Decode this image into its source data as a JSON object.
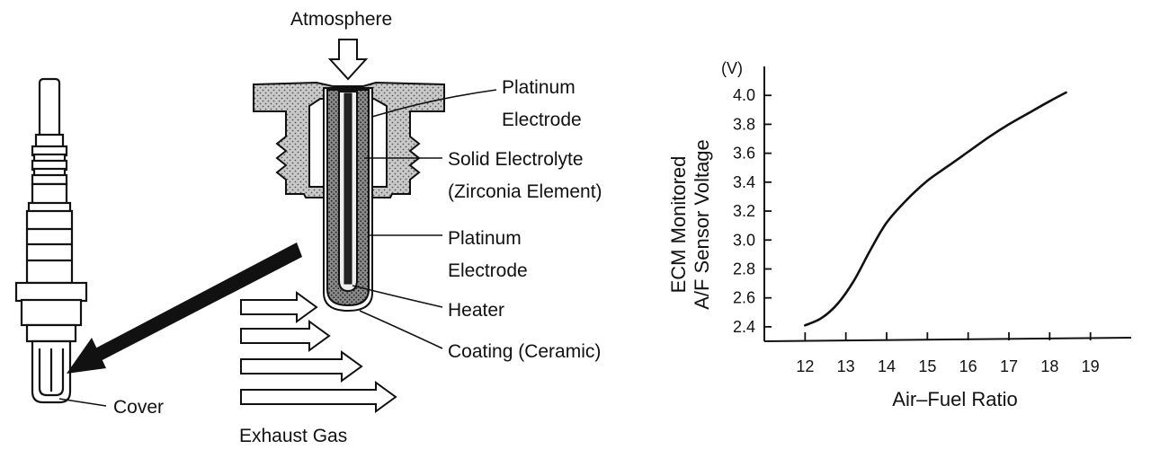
{
  "labels": {
    "atmosphere": "Atmosphere",
    "platinum_electrode_top_1": "Platinum",
    "platinum_electrode_top_2": "Electrode",
    "solid_electrolyte_1": "Solid Electrolyte",
    "solid_electrolyte_2": "(Zirconia Element)",
    "platinum_electrode_bottom_1": "Platinum",
    "platinum_electrode_bottom_2": "Electrode",
    "heater": "Heater",
    "coating": "Coating (Ceramic)",
    "cover": "Cover",
    "exhaust_gas": "Exhaust Gas"
  },
  "chart_data": {
    "type": "line",
    "title": "",
    "xlabel": "Air–Fuel Ratio",
    "ylabel_line1": "ECM Monitored",
    "ylabel_line2": "A/F Sensor Voltage",
    "yunit": "(V)",
    "xlim": [
      11,
      20
    ],
    "ylim": [
      2.3,
      4.2
    ],
    "xticks": [
      "12",
      "13",
      "14",
      "15",
      "16",
      "17",
      "18",
      "19"
    ],
    "yticks": [
      "2.4",
      "2.6",
      "2.8",
      "3.0",
      "3.2",
      "3.4",
      "3.6",
      "3.8",
      "4.0"
    ],
    "grid": false,
    "series": [
      {
        "x": [
          12.0,
          12.4,
          12.8,
          13.2,
          13.6,
          14.0,
          14.5,
          15.0,
          15.5,
          16.0,
          16.5,
          17.0,
          17.5,
          18.0,
          18.4
        ],
        "y": [
          2.41,
          2.46,
          2.56,
          2.72,
          2.93,
          3.12,
          3.28,
          3.41,
          3.51,
          3.61,
          3.71,
          3.8,
          3.88,
          3.96,
          4.02
        ]
      }
    ]
  }
}
